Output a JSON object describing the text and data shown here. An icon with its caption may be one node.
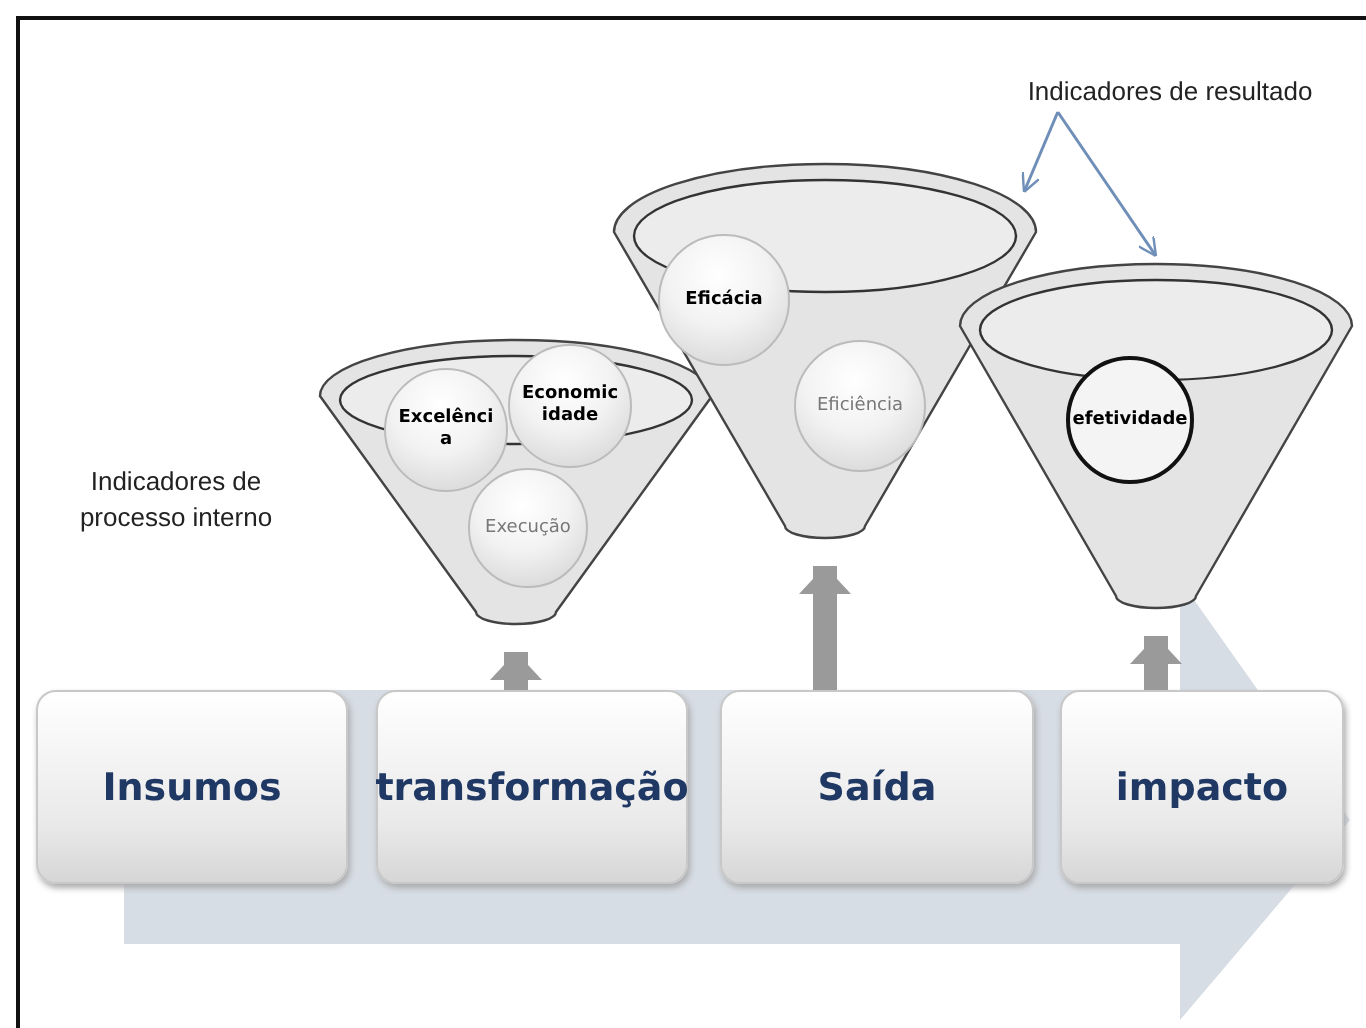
{
  "diagram": {
    "nodes": [
      {
        "text": [
          "Indicadores de resultado"
        ]
      },
      {
        "text": [],
        "shape": "funnel"
      },
      {
        "text": [
          "Excelênci a"
        ],
        "in": 1
      },
      {
        "text": [
          "Economic idade"
        ],
        "in": 1
      },
      {
        "text": [
          "Execução"
        ],
        "in": 1
      },
      {
        "text": [],
        "shape": "funnel"
      },
      {
        "text": [
          "Eficácia"
        ],
        "in": 5
      },
      {
        "text": [
          "Eficiência"
        ],
        "in": 5
      },
      {
        "text": [],
        "shape": "funnel"
      },
      {
        "text": [
          "efetividade"
        ],
        "in": 8
      },
      {
        "text": [
          "Insumos"
        ]
      },
      {
        "text": [
          "transformação"
        ]
      },
      {
        "text": [
          "Saída"
        ]
      },
      {
        "text": [
          "impacto"
        ]
      }
    ],
    "edges": [
      {
        "from": 0,
        "to": 5,
        "arrow": "to",
        "color": "#6f8fb8"
      },
      {
        "from": 0,
        "to": 8,
        "arrow": "to",
        "color": "#6f8fb8"
      },
      {
        "from": 11,
        "to": 1,
        "arrow": "to"
      },
      {
        "from": 12,
        "to": 5,
        "arrow": "to"
      },
      {
        "from": 13,
        "to": 8,
        "arrow": "to"
      }
    ],
    "labels": [
      "Indicadores de processo interno"
    ]
  }
}
